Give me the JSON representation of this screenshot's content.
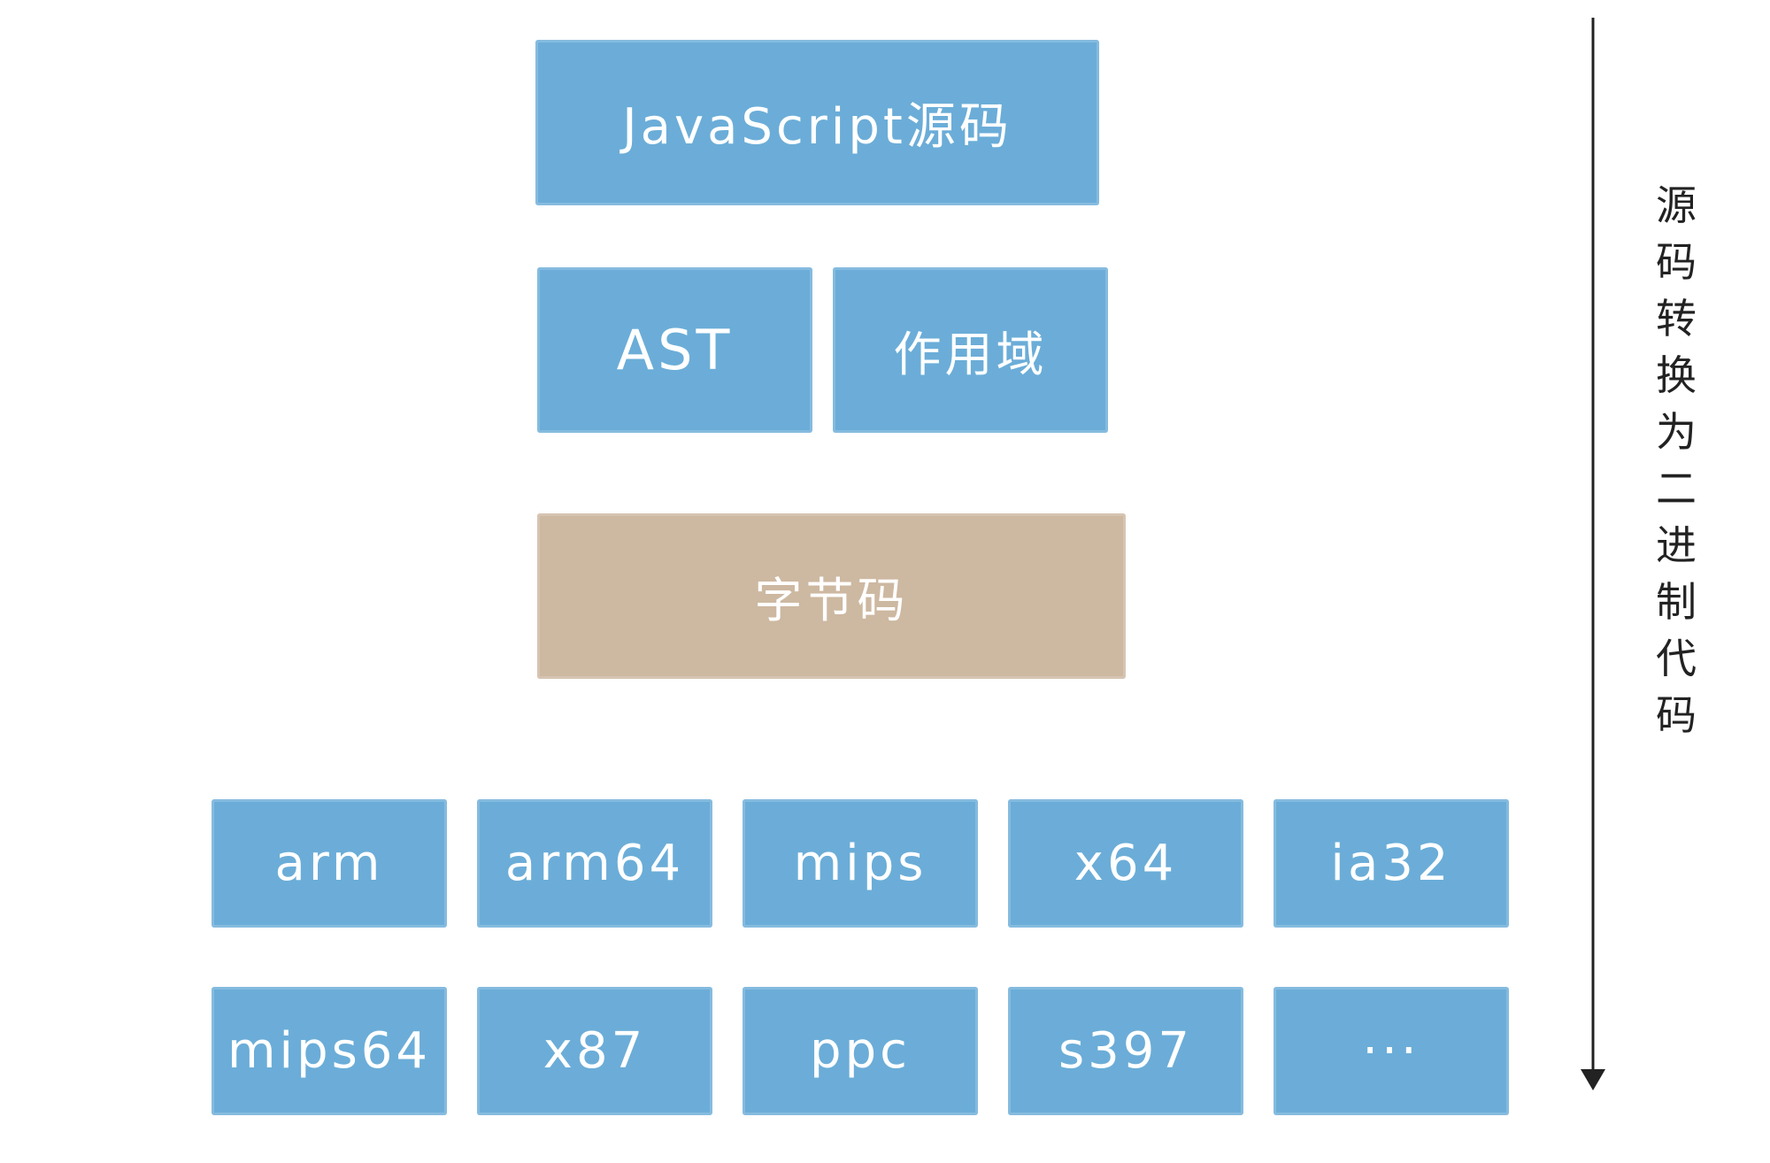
{
  "stages": {
    "js_source": "JavaScript源码",
    "ast": "AST",
    "scope": "作用域",
    "bytecode": "字节码"
  },
  "architectures": {
    "row1": [
      "arm",
      "arm64",
      "mips",
      "x64",
      "ia32"
    ],
    "row2": [
      "mips64",
      "x87",
      "ppc",
      "s397",
      "···"
    ]
  },
  "side_label": "源码转换为二进制代码",
  "colors": {
    "box_blue": "#6badd8",
    "box_tan": "#cdb8a1",
    "text_white": "#ffffff",
    "arrow": "#222222"
  }
}
